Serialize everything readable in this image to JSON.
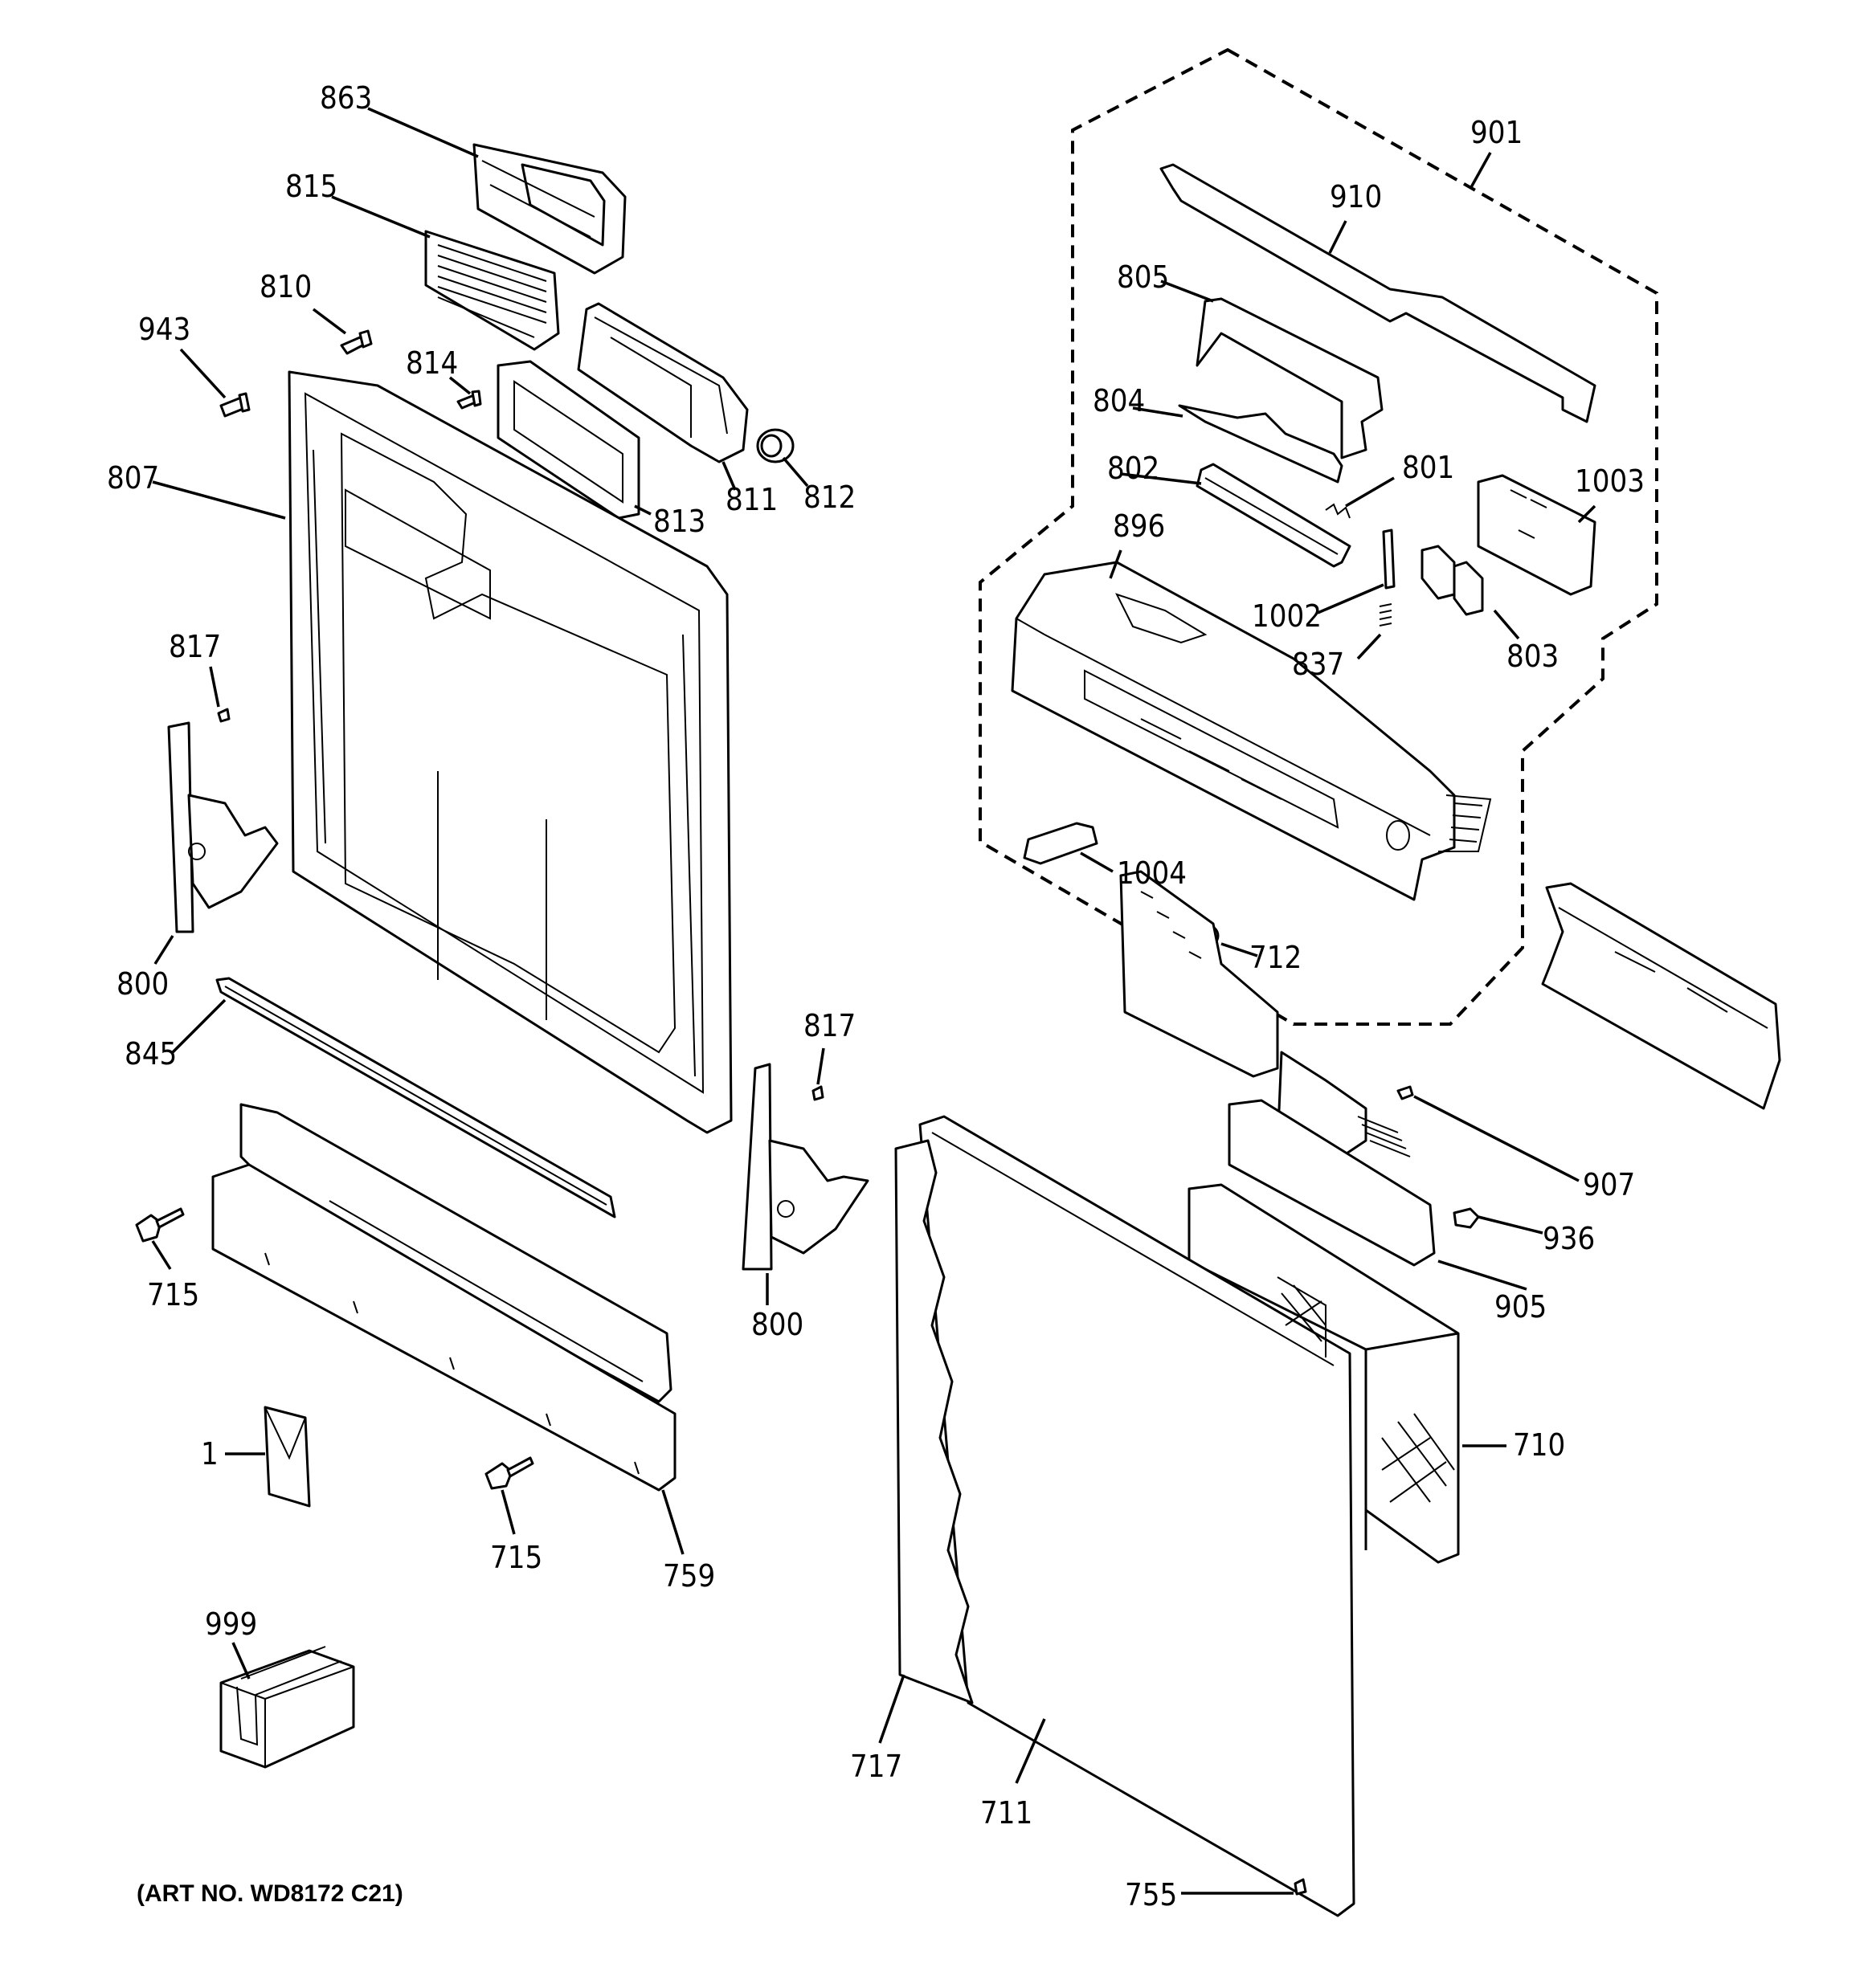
{
  "art_number": "(ART NO. WD8172 C21)",
  "labels": {
    "l863": "863",
    "l815": "815",
    "l810": "810",
    "l943": "943",
    "l814": "814",
    "l807": "807",
    "l811": "811",
    "l812": "812",
    "l813": "813",
    "l817a": "817",
    "l800a": "800",
    "l845": "845",
    "l817b": "817",
    "l800b": "800",
    "l715a": "715",
    "l715b": "715",
    "l1": "1",
    "l759": "759",
    "l999": "999",
    "l901": "901",
    "l910": "910",
    "l805": "805",
    "l804": "804",
    "l802": "802",
    "l801": "801",
    "l1003": "1003",
    "l896": "896",
    "l1002": "1002",
    "l837": "837",
    "l803": "803",
    "l1004": "1004",
    "l712": "712",
    "l907": "907",
    "l936": "936",
    "l905": "905",
    "l710": "710",
    "l717": "717",
    "l711": "711",
    "l755": "755"
  }
}
